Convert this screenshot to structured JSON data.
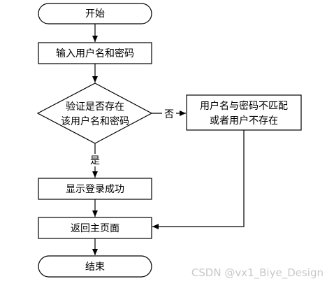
{
  "flowchart": {
    "start": "开始",
    "input": "输入用户名和密码",
    "decision": [
      "验证是否存在",
      "该用户名和密码"
    ],
    "error": [
      "用户名与密码不匹配",
      "或者用户不存在"
    ],
    "success": "显示登录成功",
    "return": "返回主页面",
    "end": "结束",
    "yes_label": "是",
    "no_label": "否"
  },
  "watermark": "CSDN @vx1_Biye_Design",
  "colors": {
    "stroke": "#000000",
    "fill": "#ffffff",
    "watermark": "#c8c8c8"
  }
}
